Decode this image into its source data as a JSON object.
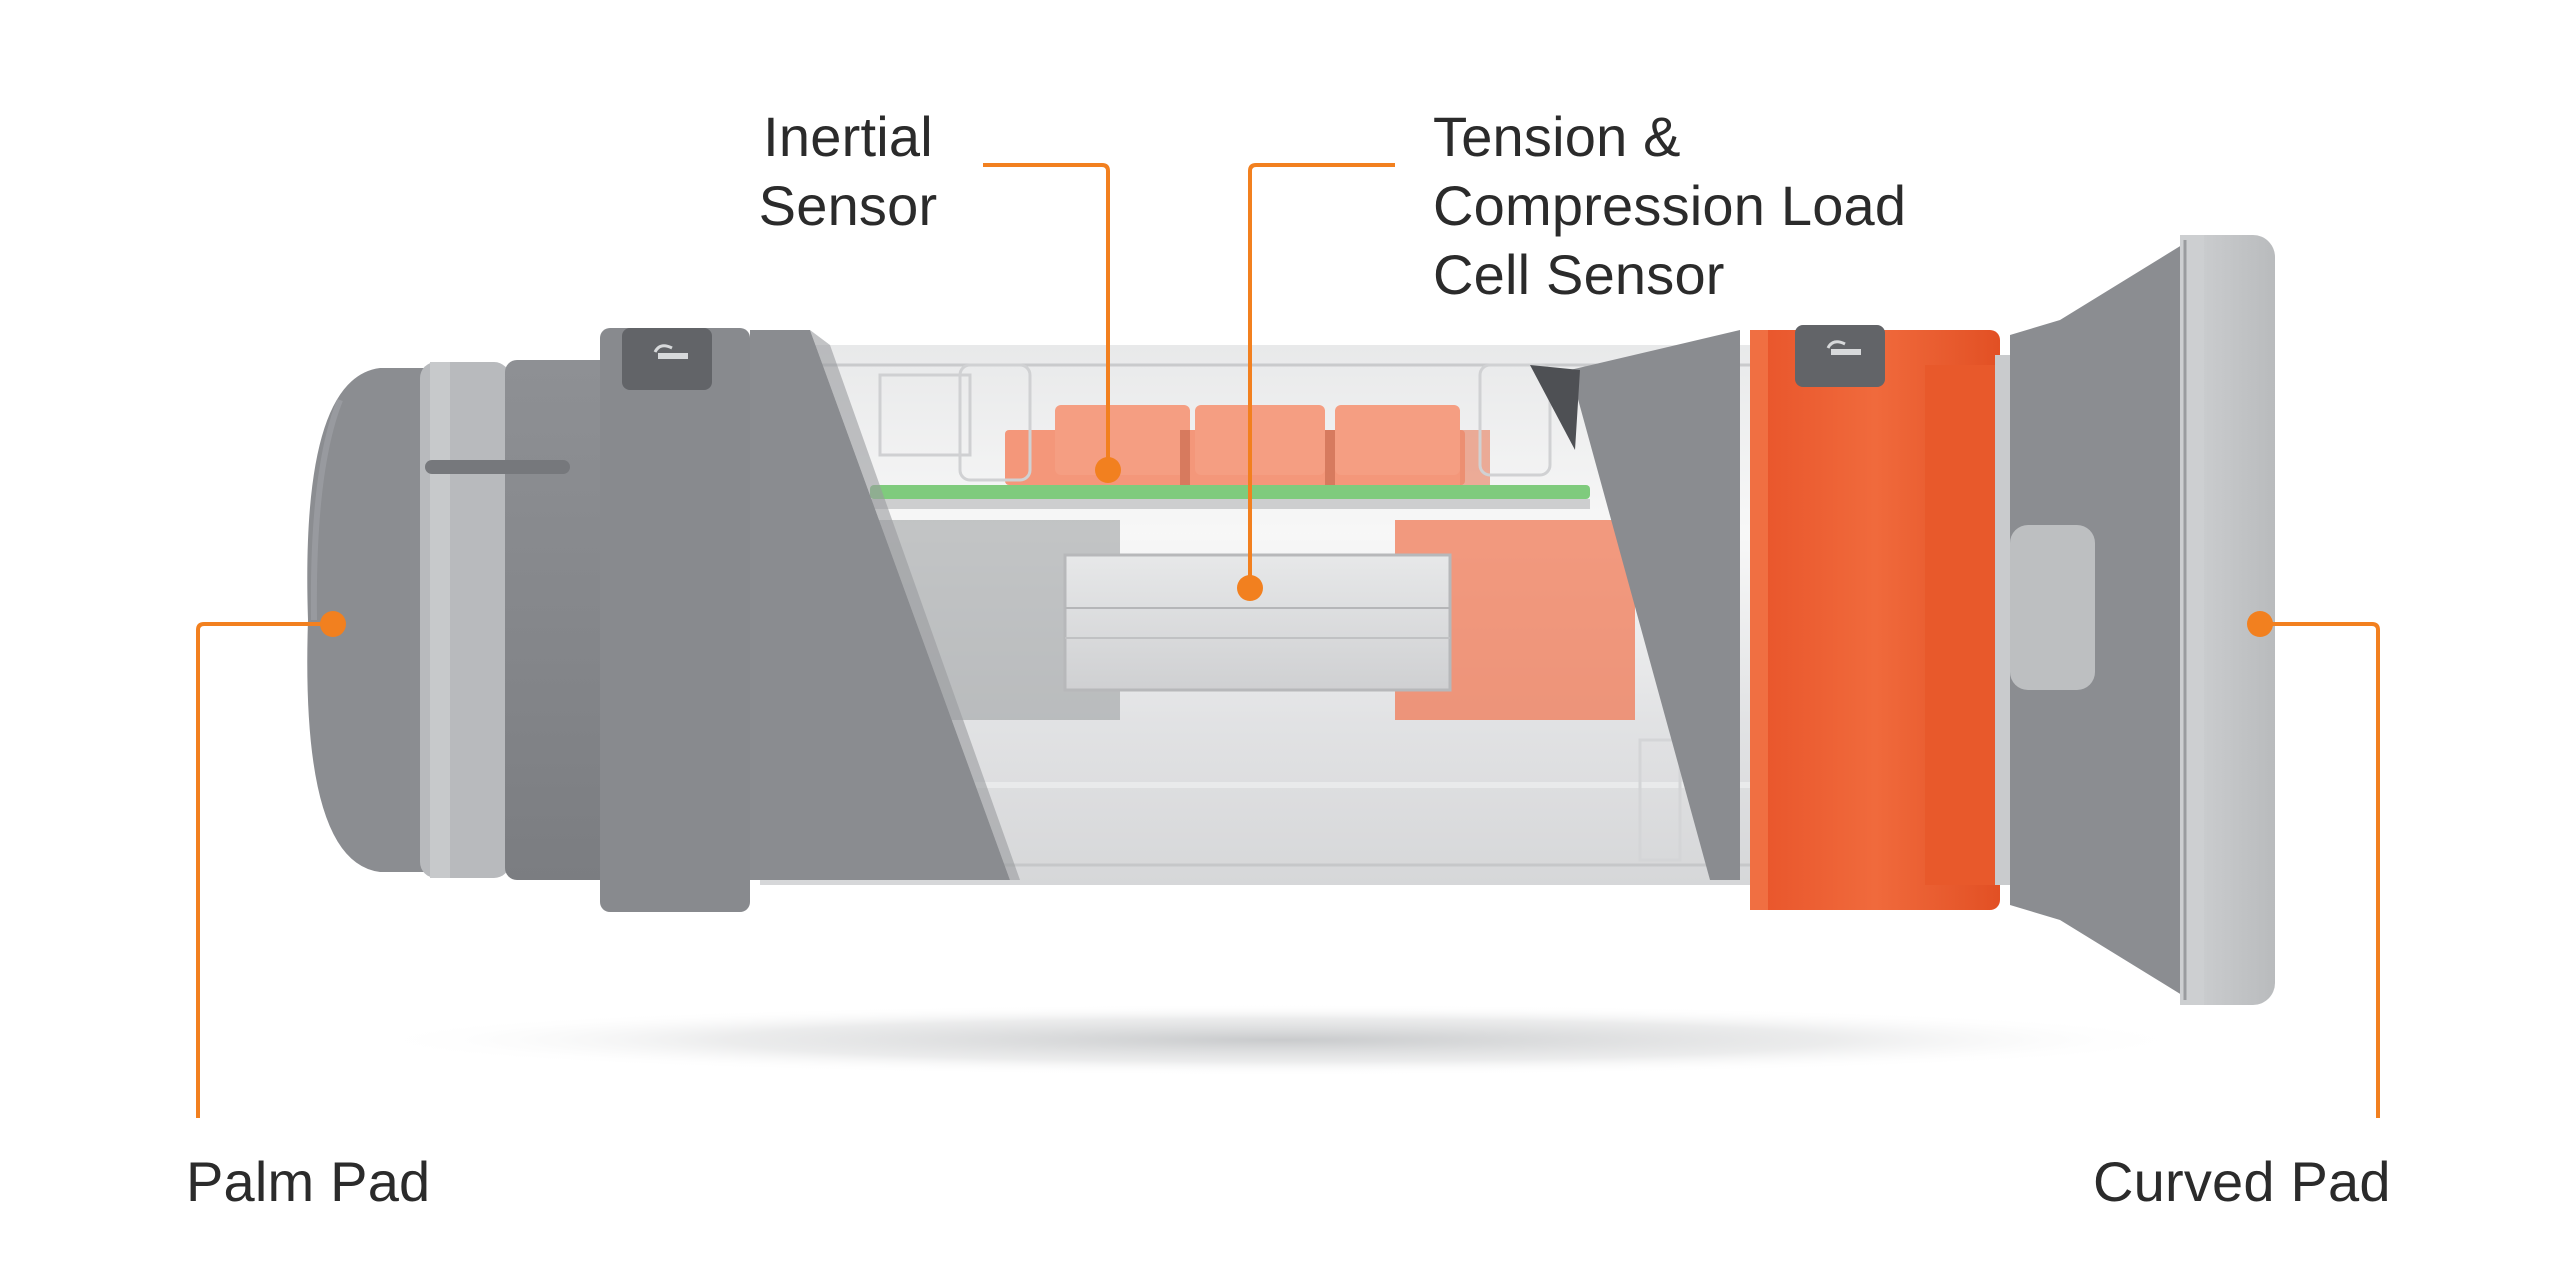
{
  "labels": {
    "inertial_sensor": "Inertial\nSensor",
    "load_cell_sensor": "Tension &\nCompression Load\nCell Sensor",
    "palm_pad": "Palm Pad",
    "curved_pad": "Curved Pad"
  },
  "colors": {
    "accent_orange": "#F2801F",
    "bright_orange": "#EF5A2A",
    "salmon": "#F4977A",
    "dark_gray": "#86888C",
    "mid_gray": "#9A9CA0",
    "light_gray": "#C4C6C8",
    "pale_gray": "#D7D9DB",
    "pcb_green": "#7FCB7D",
    "text": "#2B2B2B"
  },
  "icons": [
    "device-latch-icon",
    "device-latch-icon"
  ]
}
